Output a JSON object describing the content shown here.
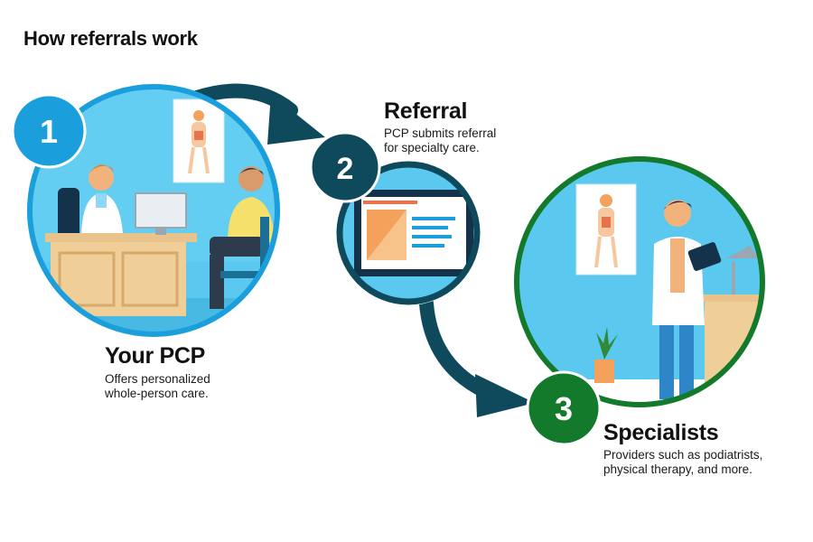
{
  "title": "How referrals work",
  "steps": [
    {
      "number": "1",
      "heading": "Your PCP",
      "description_lines": [
        "Offers personalized",
        "whole-person care."
      ]
    },
    {
      "number": "2",
      "heading": "Referral",
      "description_lines": [
        "PCP submits referral",
        "for specialty care."
      ]
    },
    {
      "number": "3",
      "heading": "Specialists",
      "description_lines": [
        "Providers such as podiatrists,",
        "physical therapy, and more."
      ]
    }
  ],
  "colors": {
    "step1": "#1a9fdc",
    "step2": "#0e4a5c",
    "step3": "#137a2c",
    "scene_bg": "#5bc8ef"
  },
  "icons": [
    "doctor-consultation-illustration",
    "referral-monitor-illustration",
    "specialist-illustration"
  ]
}
